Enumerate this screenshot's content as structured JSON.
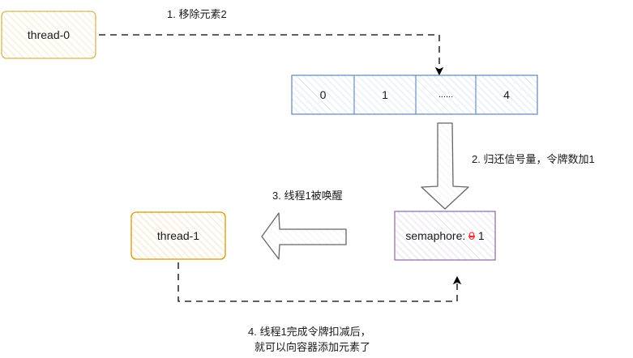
{
  "nodes": {
    "thread0": {
      "label": "thread-0",
      "fill": "#fff2cc",
      "stroke": "#d6b656"
    },
    "thread1": {
      "label": "thread-1",
      "fill": "#ffe6cc",
      "stroke": "#d79b00"
    },
    "semaphore": {
      "prefix": "semaphore: ",
      "old_value": "0",
      "new_value": " 1",
      "fill": "#e1d5e7",
      "stroke": "#9673a6"
    },
    "container": {
      "fill": "#dae8fc",
      "stroke": "#6c8ebf",
      "cells": [
        "0",
        "1",
        "......",
        "4"
      ]
    }
  },
  "steps": {
    "step1": "1. 移除元素2",
    "step2": "2. 归还信号量，令牌数加1",
    "step3": "3. 线程1被唤醒",
    "step4_line1": "4. 线程1完成令牌扣减后，",
    "step4_line2": "就可以向容器添加元素了"
  }
}
